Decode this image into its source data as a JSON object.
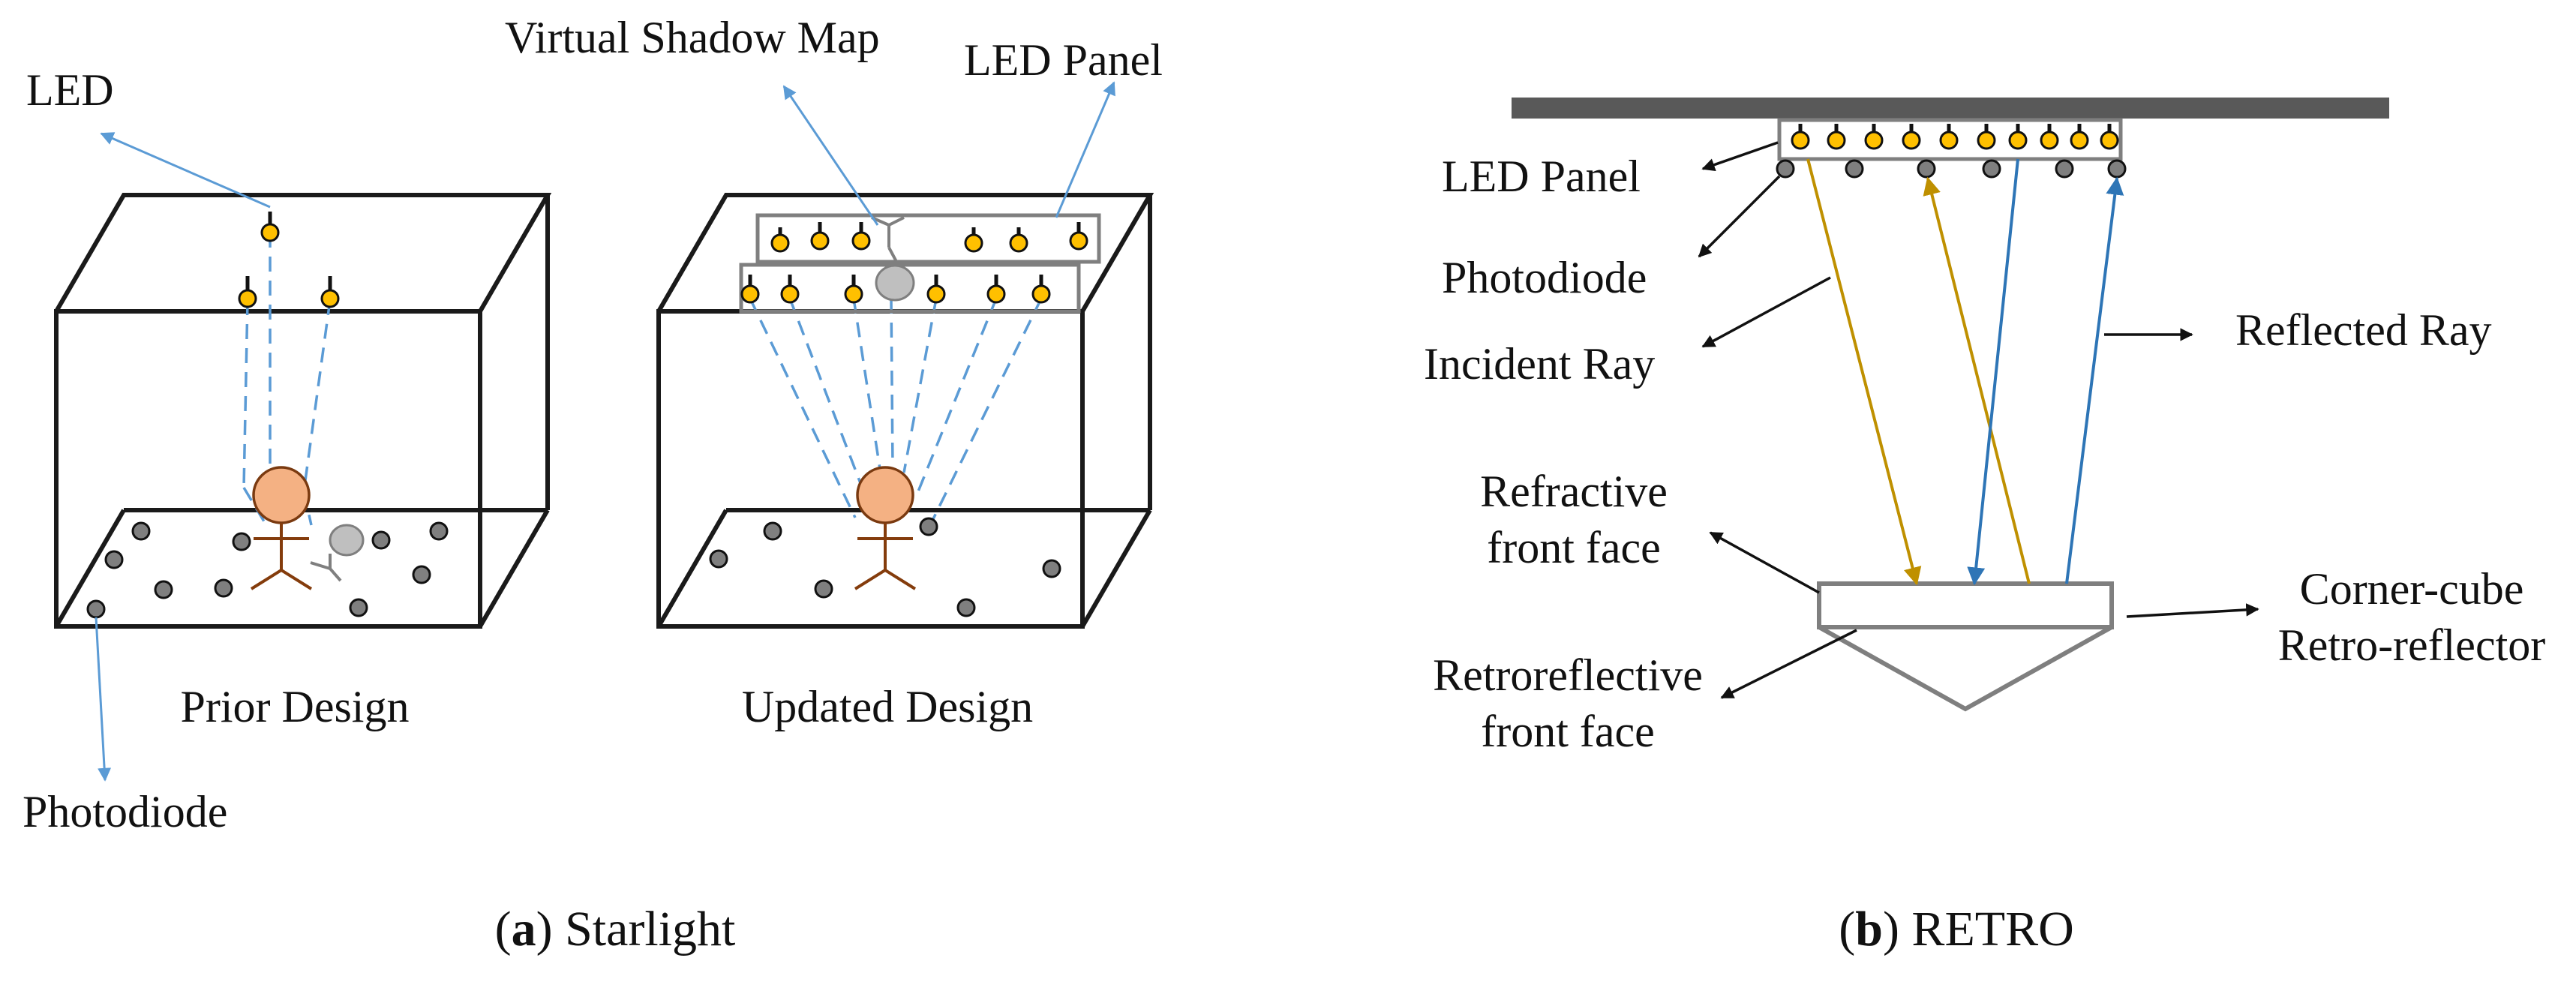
{
  "panel_a": {
    "led_label": "LED",
    "photodiode_label": "Photodiode",
    "shadow_map_label": "Virtual Shadow Map",
    "led_panel_label": "LED Panel",
    "prior_design_label": "Prior Design",
    "updated_design_label": "Updated Design",
    "caption_letter": "a",
    "caption_text": " Starlight"
  },
  "panel_b": {
    "led_panel_label": "LED Panel",
    "photodiode_label": "Photodiode",
    "incident_ray_label": "Incident Ray",
    "reflected_ray_label": "Reflected Ray",
    "refractive_label_1": "Refractive",
    "refractive_label_2": "front face",
    "retroreflective_label_1": "Retroreflective",
    "retroreflective_label_2": "front face",
    "cornercube_label_1": "Corner-cube",
    "cornercube_label_2": "Retro-reflector",
    "caption_letter": "b",
    "caption_text": " RETRO"
  },
  "colors": {
    "led": "#ffc000",
    "photodiode": "#7f7f7f",
    "blue_ray": "#2e75b6",
    "gold_ray": "#bf9000",
    "pointer": "#5b9bd5",
    "person": "#f4b183"
  }
}
